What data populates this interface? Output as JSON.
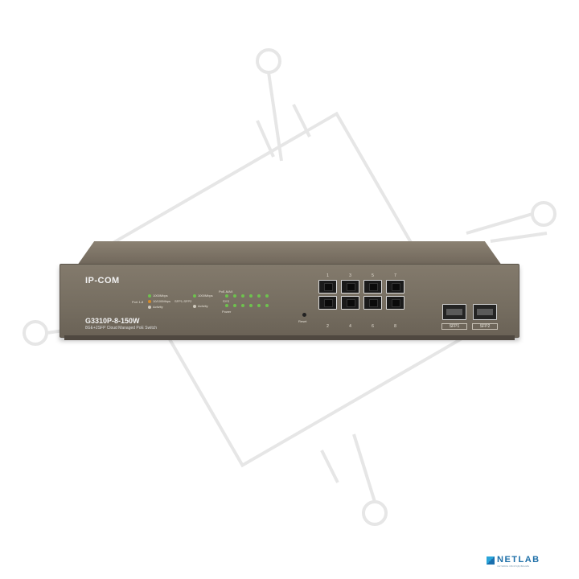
{
  "device": {
    "brand": "IP-COM",
    "model": "G3310P-8-150W",
    "subtitle": "8GE+2SFP Cloud Managed PoE Switch",
    "led_legend": {
      "port_label": "Port 1-8",
      "speed_1000": "1000Mbps",
      "speed_10_100": "10/100Mbps",
      "activity": "Activity"
    },
    "sfp_legend": {
      "label": "SFP1-SFP2",
      "speed": "1000Mbps",
      "activity": "Activity"
    },
    "poe_label": "PoE-MAX",
    "sys_label": "SYS",
    "power_label": "Power",
    "reset_label": "Reset",
    "top_port_numbers": [
      "1",
      "3",
      "5",
      "7"
    ],
    "bottom_port_numbers": [
      "2",
      "4",
      "6",
      "8"
    ],
    "sfp_labels": [
      "SFP1",
      "SFP2"
    ]
  },
  "watermark": {
    "logo_text": "NETLAB",
    "logo_subtext": "СЕТЕВОЕ ОБОРУДОВАНИЕ",
    "colors": {
      "primary": "#1d6fa8",
      "accent": "#2aa4d8"
    }
  },
  "colors": {
    "chassis": "#7a7165",
    "led_green": "#6ec24e",
    "led_orange": "#d58a2a"
  }
}
